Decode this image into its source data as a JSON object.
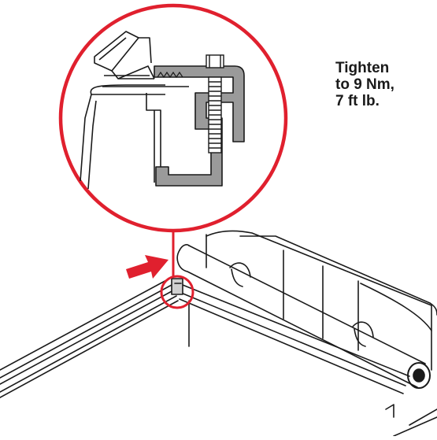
{
  "instruction": {
    "lines": [
      "Tighten",
      "to 9 Nm,",
      "7 ft lb."
    ]
  },
  "colors": {
    "callout": "#e0202e",
    "clamp": "#9a9a9a",
    "outline": "#1a1a1a",
    "background": "#ffffff"
  },
  "icons": {
    "direction_arrow": "right-arrow",
    "zoom_callout": "magnifier-circle"
  }
}
